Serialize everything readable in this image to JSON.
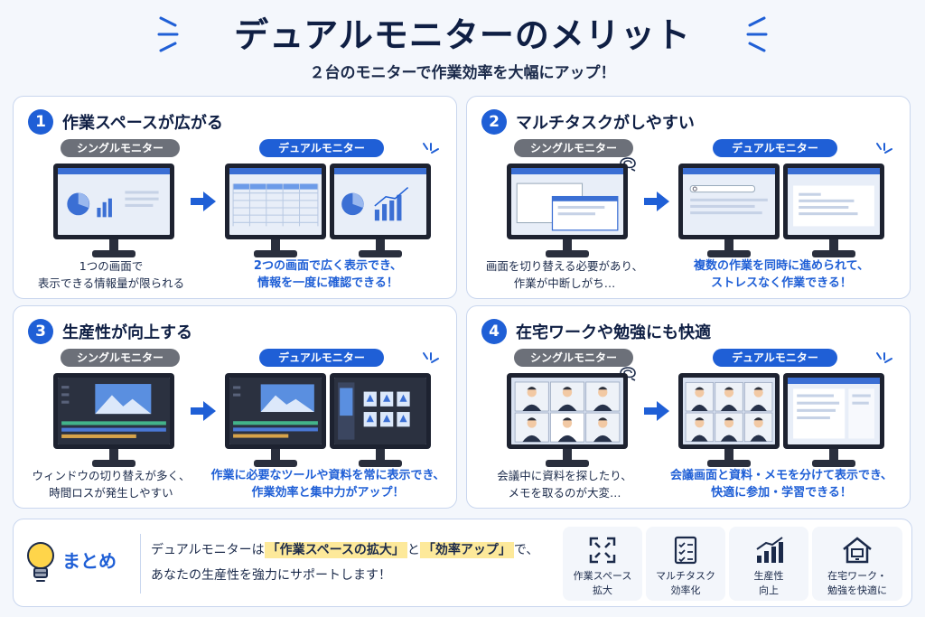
{
  "header": {
    "title": "デュアルモニターのメリット",
    "subtitle": "２台のモニターで作業効率を大幅にアップ！"
  },
  "panels": [
    {
      "number": "1",
      "title": "作業スペースが広がる",
      "single_label": "シングルモニター",
      "dual_label": "デュアルモニター",
      "single_caption": [
        "1つの画面で",
        "表示できる情報量が限られる"
      ],
      "dual_caption": [
        "2つの画面で広く表示でき、",
        "情報を一度に確認できる！"
      ]
    },
    {
      "number": "2",
      "title": "マルチタスクがしやすい",
      "single_label": "シングルモニター",
      "dual_label": "デュアルモニター",
      "single_caption": [
        "画面を切り替える必要があり、",
        "作業が中断しがち…"
      ],
      "dual_caption": [
        "複数の作業を同時に進められて、",
        "ストレスなく作業できる！"
      ]
    },
    {
      "number": "3",
      "title": "生産性が向上する",
      "single_label": "シングルモニター",
      "dual_label": "デュアルモニター",
      "single_caption": [
        "ウィンドウの切り替えが多く、",
        "時間ロスが発生しやすい"
      ],
      "dual_caption": [
        "作業に必要なツールや資料を常に表示でき、",
        "作業効率と集中力がアップ！"
      ]
    },
    {
      "number": "4",
      "title": "在宅ワークや勉強にも快適",
      "single_label": "シングルモニター",
      "dual_label": "デュアルモニター",
      "single_caption": [
        "会議中に資料を探したり、",
        "メモを取るのが大変…"
      ],
      "dual_caption": [
        "会議画面と資料・メモを分けて表示でき、",
        "快適に参加・学習できる！"
      ]
    }
  ],
  "summary": {
    "title": "まとめ",
    "line1_pre": "デュアルモニターは",
    "highlight1": "「作業スペースの拡大」",
    "line1_mid": "と",
    "highlight2": "「効率アップ」",
    "line1_post": "で、",
    "line2": "あなたの生産性を強力にサポートします！",
    "features": [
      {
        "icon": "expand-icon",
        "line1": "作業スペース",
        "line2": "拡大"
      },
      {
        "icon": "checklist-icon",
        "line1": "マルチタスク",
        "line2": "効率化"
      },
      {
        "icon": "growth-chart-icon",
        "line1": "生産性",
        "line2": "向上"
      },
      {
        "icon": "home-office-icon",
        "line1": "在宅ワーク・",
        "line2": "勉強を快適に"
      }
    ]
  },
  "colors": {
    "accent": "#1f5fd6",
    "navy": "#0f1f44",
    "highlight": "#fde99a",
    "gray_pill": "#6c7079"
  }
}
